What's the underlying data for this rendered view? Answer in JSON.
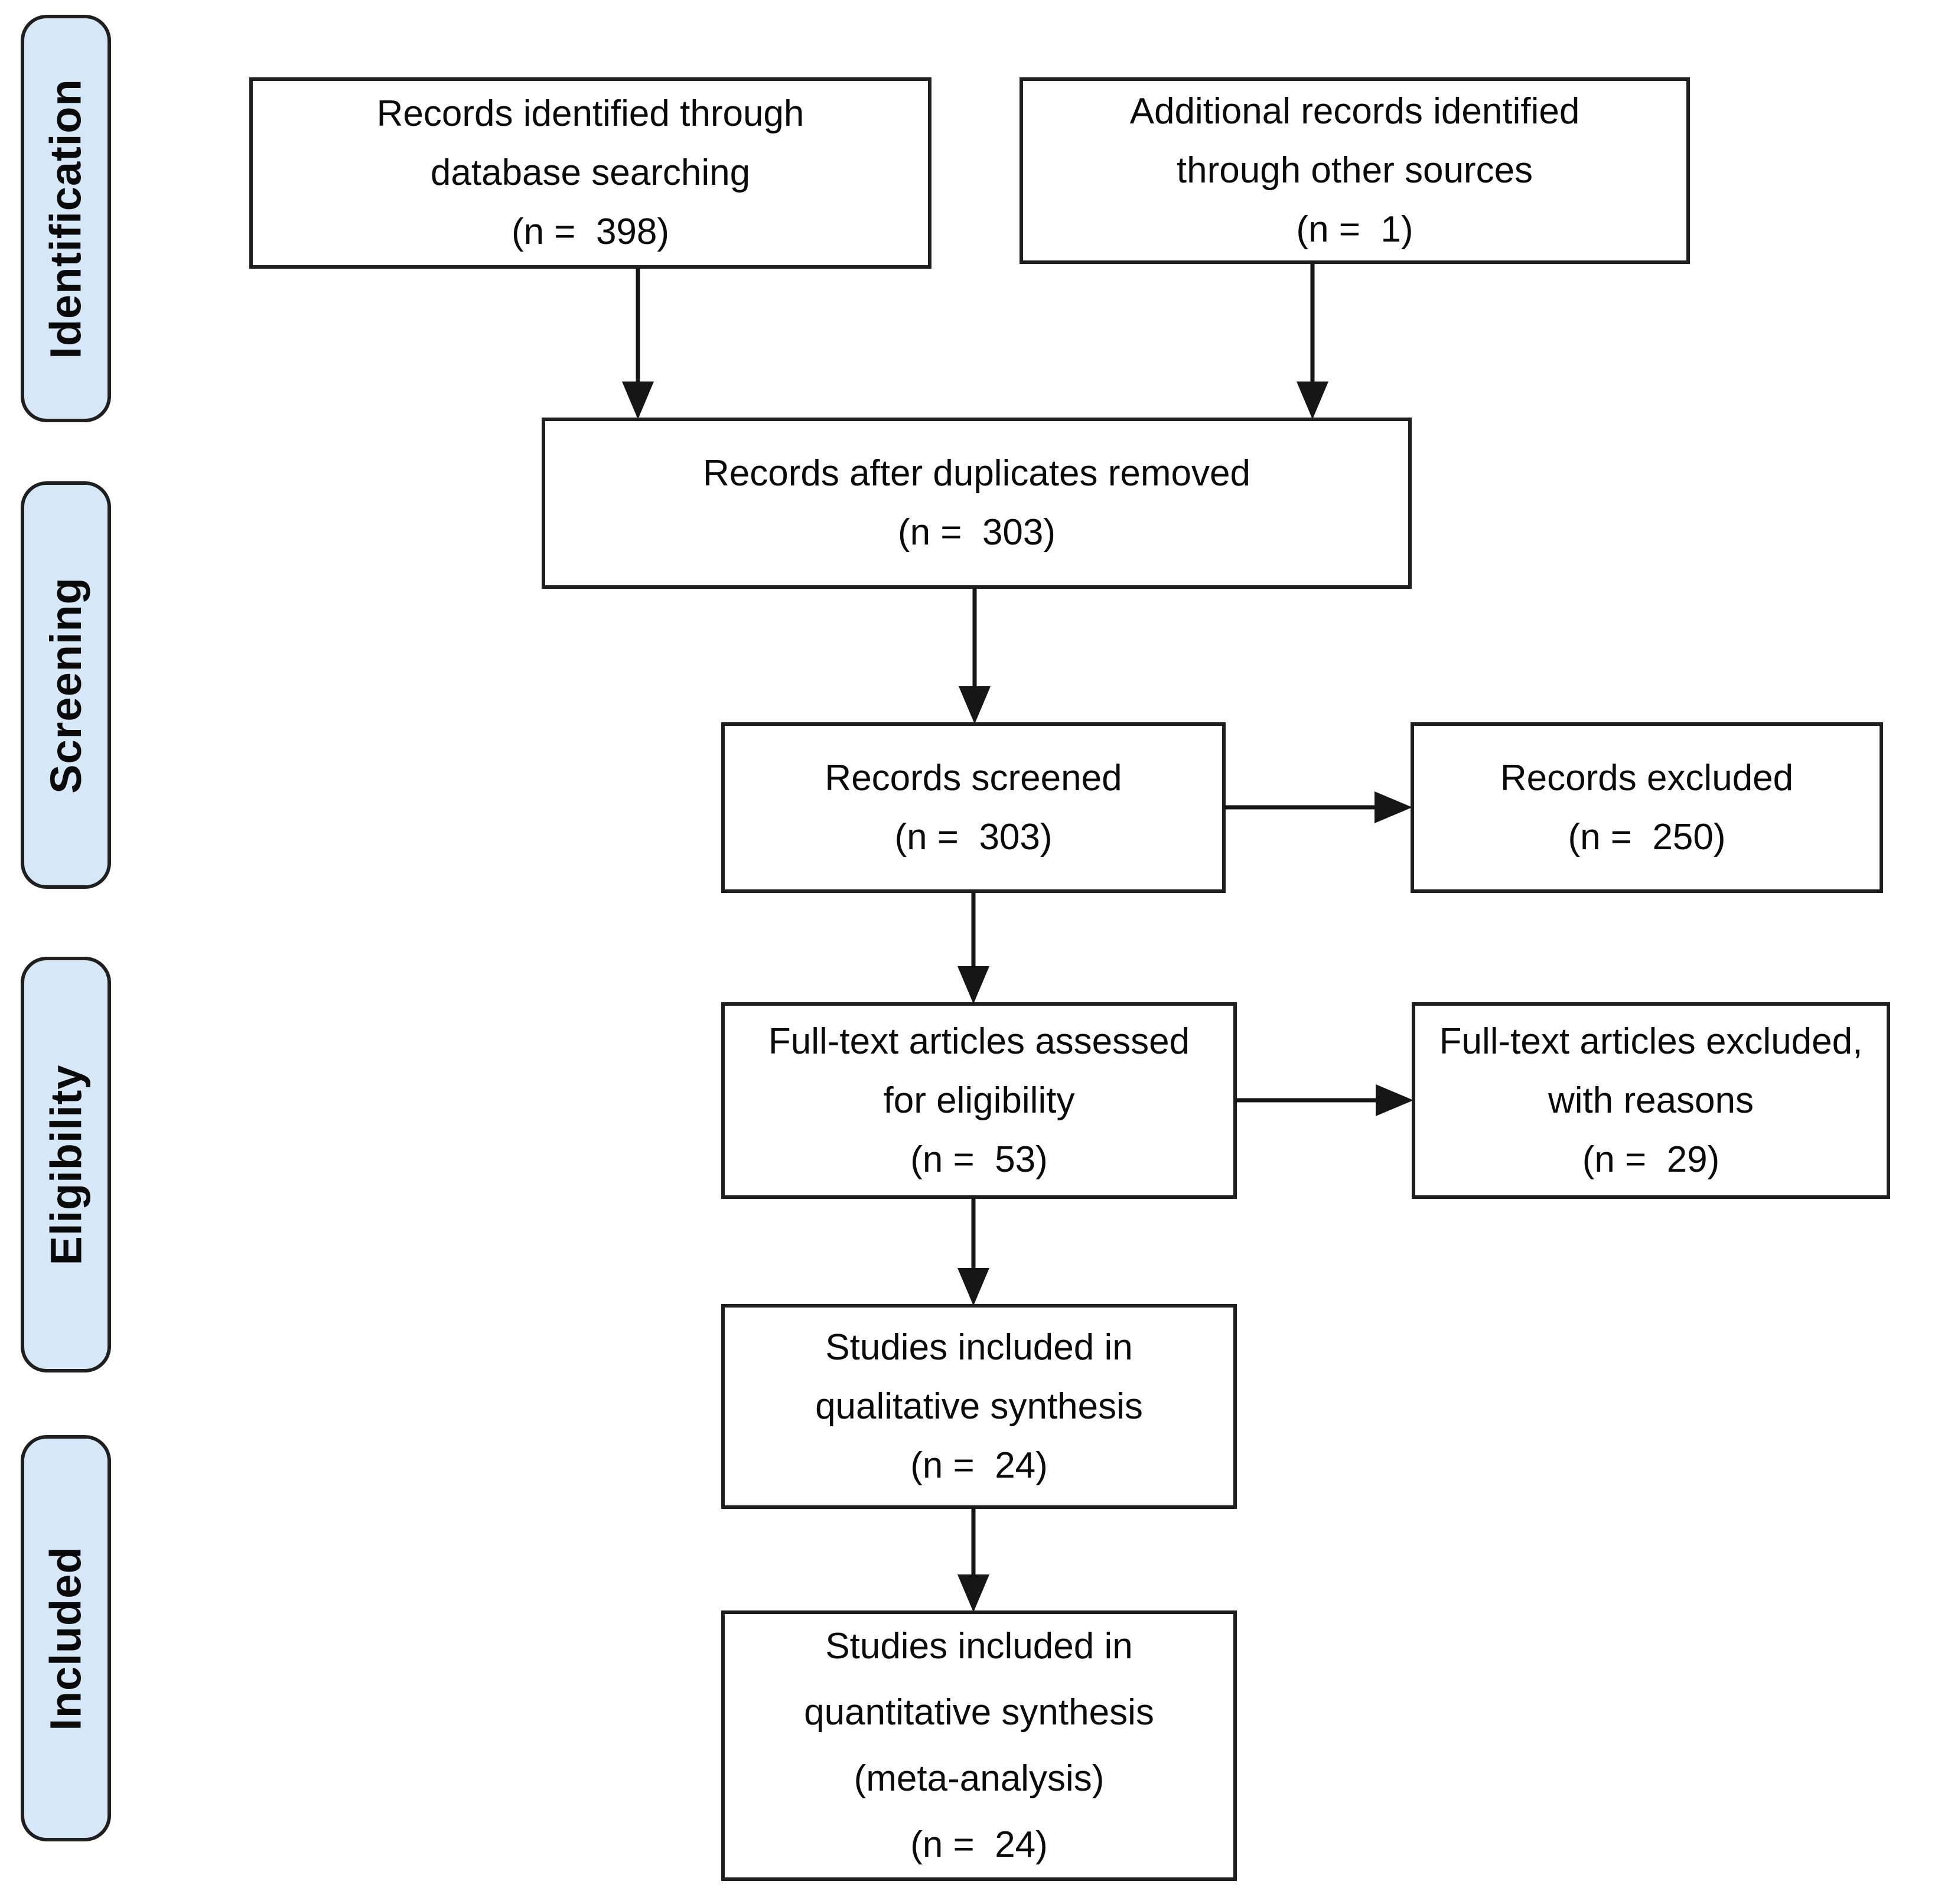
{
  "title": "PRISMA flow diagram",
  "colors": {
    "background": "#ffffff",
    "stage_fill": "#d6e8f8",
    "box_fill": "#ffffff",
    "border": "#1f1f1f",
    "arrow": "#161616",
    "text": "#0a0a0a"
  },
  "sidebar": {
    "items": [
      {
        "label": "Identification"
      },
      {
        "label": "Screening"
      },
      {
        "label": "Eligibility"
      },
      {
        "label": "Included"
      }
    ]
  },
  "flow": {
    "identified": {
      "lines": [
        "Records identified through",
        "database searching",
        "(n =  398)"
      ]
    },
    "additional": {
      "lines": [
        "Additional records identified",
        "through other sources",
        "(n =  1)"
      ]
    },
    "duplicates": {
      "lines": [
        "Records after duplicates removed",
        "(n =  303)"
      ]
    },
    "screened": {
      "lines": [
        "Records screened",
        "(n =  303)"
      ]
    },
    "excluded": {
      "lines": [
        "Records excluded",
        "(n =  250)"
      ]
    },
    "fulltext": {
      "lines": [
        "Full-text articles assessed",
        "for eligibility",
        "(n =  53)"
      ]
    },
    "fulltext_excluded": {
      "lines": [
        "Full-text articles excluded,",
        "with reasons",
        "(n =  29)"
      ]
    },
    "qualitative": {
      "lines": [
        "Studies included in",
        "qualitative synthesis",
        "(n =  24)"
      ]
    },
    "quantitative": {
      "lines": [
        "Studies included in",
        "quantitative synthesis",
        "(meta-analysis)",
        "(n =  24)"
      ]
    }
  }
}
